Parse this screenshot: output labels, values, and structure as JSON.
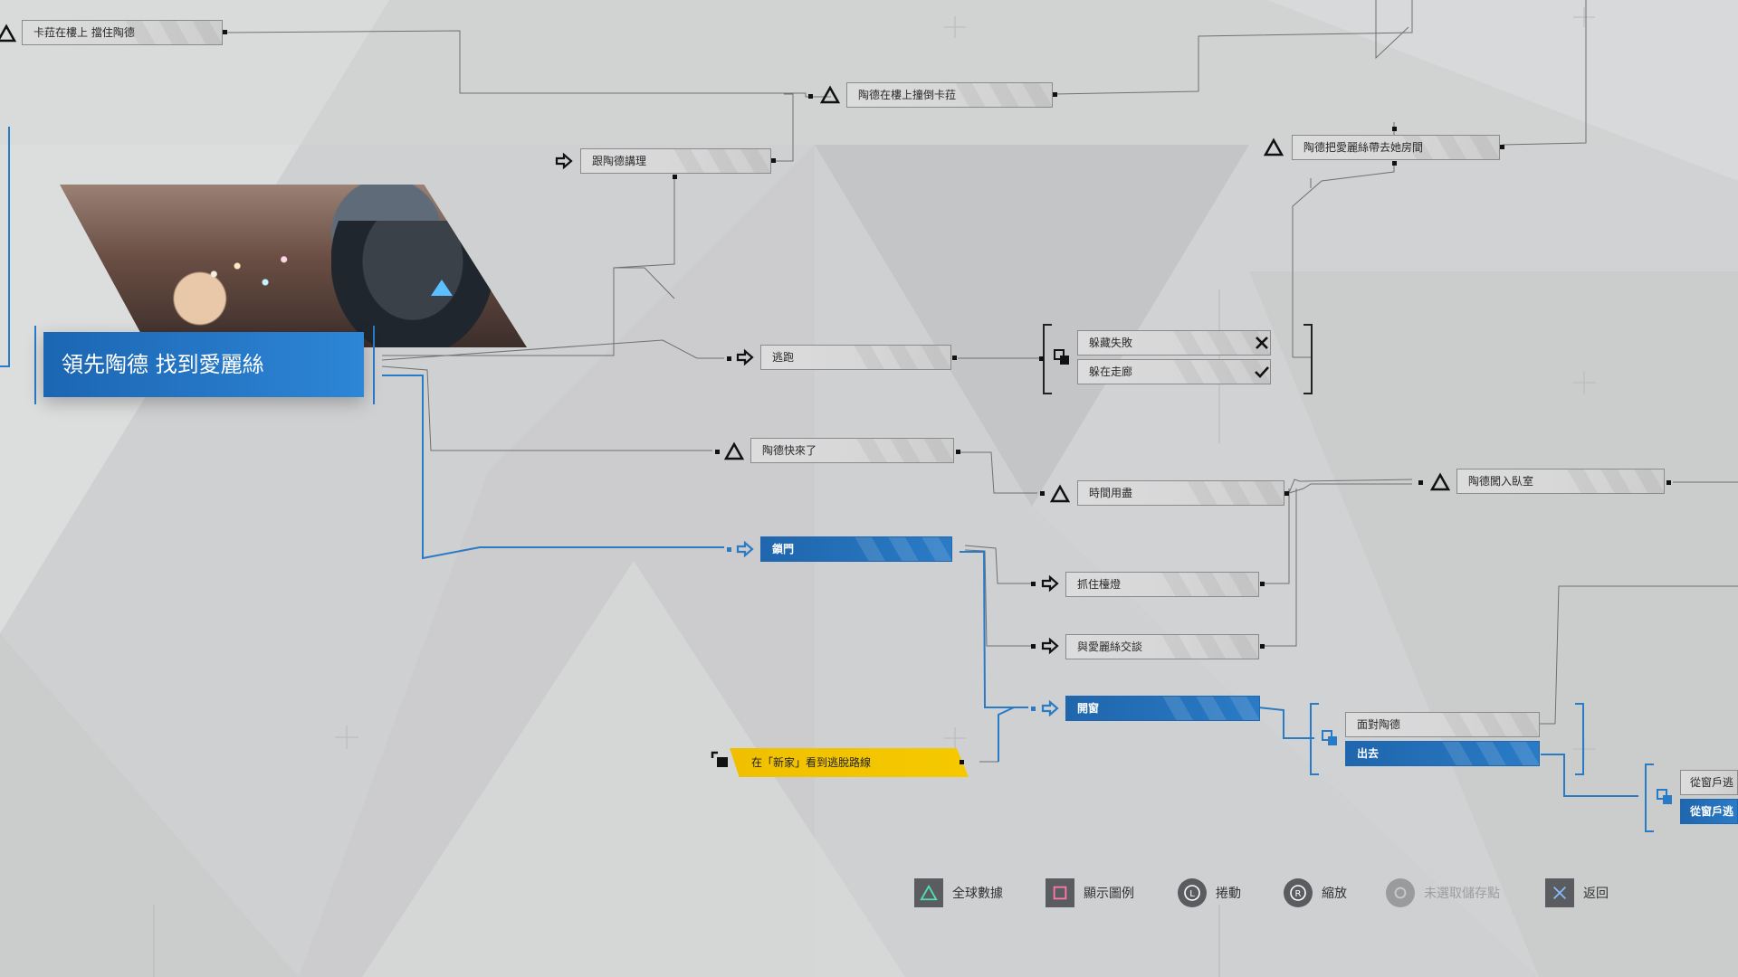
{
  "title": "領先陶德 找到愛麗絲",
  "colors": {
    "accent_blue": "#2a7bc6",
    "accent_gold": "#f5c900",
    "line_gray": "#8a8b8d",
    "text_dark": "#2a2a2a"
  },
  "nodes": [
    {
      "id": "n1",
      "label": "卡菈在樓上 擋住陶德",
      "icon": "triangle-icon",
      "state": "normal"
    },
    {
      "id": "n2",
      "label": "陶德在樓上撞倒卡菈",
      "icon": "triangle-icon",
      "state": "normal"
    },
    {
      "id": "n3",
      "label": "跟陶德講理",
      "icon": "arrow-right-icon",
      "state": "normal"
    },
    {
      "id": "n4",
      "label": "陶德把愛麗絲帶去她房間",
      "icon": "triangle-icon",
      "state": "normal"
    },
    {
      "id": "n5",
      "label": "逃跑",
      "icon": "arrow-right-icon",
      "state": "normal"
    },
    {
      "id": "n6",
      "label": "躲藏失敗",
      "icon": "choice-icon",
      "state": "failed"
    },
    {
      "id": "n7",
      "label": "躲在走廊",
      "icon": "choice-icon",
      "state": "done"
    },
    {
      "id": "n8",
      "label": "陶德快來了",
      "icon": "triangle-icon",
      "state": "normal"
    },
    {
      "id": "n9",
      "label": "時間用盡",
      "icon": "triangle-icon",
      "state": "normal"
    },
    {
      "id": "n10",
      "label": "陶德闖入臥室",
      "icon": "triangle-icon",
      "state": "normal"
    },
    {
      "id": "n11",
      "label": "鎖門",
      "icon": "arrow-right-icon",
      "state": "taken"
    },
    {
      "id": "n12",
      "label": "抓住檯燈",
      "icon": "arrow-right-icon",
      "state": "normal"
    },
    {
      "id": "n13",
      "label": "與愛麗絲交談",
      "icon": "arrow-right-icon",
      "state": "normal"
    },
    {
      "id": "n14",
      "label": "開窗",
      "icon": "arrow-right-icon",
      "state": "taken"
    },
    {
      "id": "n15",
      "label": "面對陶德",
      "icon": "choice-icon",
      "state": "normal"
    },
    {
      "id": "n16",
      "label": "出去",
      "icon": "choice-icon",
      "state": "taken"
    },
    {
      "id": "n17",
      "label": "在「新家」看到逃脫路線",
      "icon": "unlock-icon",
      "state": "unlock"
    },
    {
      "id": "n18",
      "label": "從窗戶逃",
      "icon": "choice-icon",
      "state": "normal"
    },
    {
      "id": "n19",
      "label": "從窗戶逃",
      "icon": "choice-icon",
      "state": "taken"
    }
  ],
  "legend": [
    {
      "label": "全球數據",
      "icon": "triangle-button-icon"
    },
    {
      "label": "顯示圖例",
      "icon": "square-button-icon"
    },
    {
      "label": "捲動",
      "icon": "left-stick-icon",
      "glyph": "L"
    },
    {
      "label": "縮放",
      "icon": "right-stick-icon",
      "glyph": "R"
    },
    {
      "label": "未選取儲存點",
      "icon": "circle-button-icon",
      "state": "disabled"
    },
    {
      "label": "返回",
      "icon": "cross-button-icon"
    }
  ]
}
